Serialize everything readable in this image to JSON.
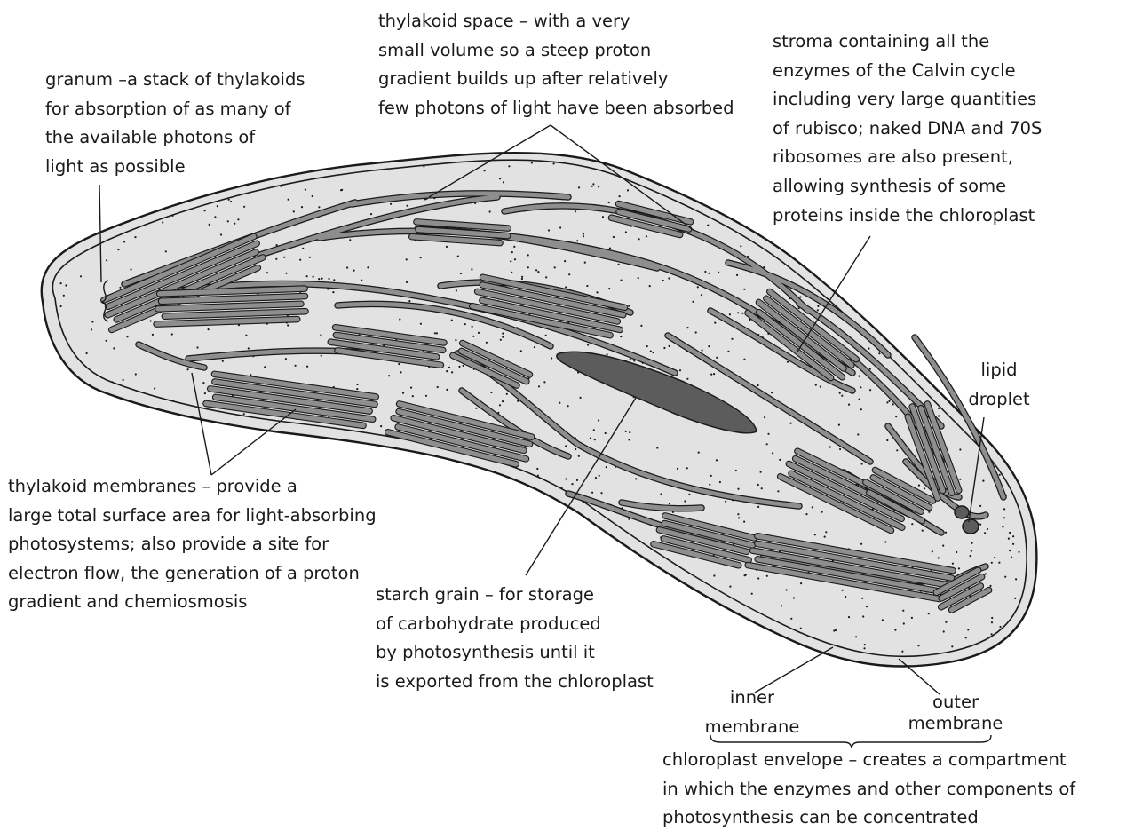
{
  "labels": {
    "thylakoid_space": [
      "thylakoid space – with a very",
      "small volume so a steep proton",
      "gradient builds up after relatively",
      "few photons of light have been absorbed"
    ],
    "stroma": [
      "stroma containing all the",
      "enzymes of the Calvin cycle",
      "including very large quantities",
      "of rubisco; naked DNA and 70S",
      "ribosomes are also present,",
      "allowing synthesis of some",
      "proteins inside the chloroplast"
    ],
    "granum": [
      "granum –a stack of thylakoids",
      "for absorption of as many of",
      "the available photons of",
      "light as possible"
    ],
    "lipid_droplet": [
      "lipid",
      "droplet"
    ],
    "thylakoid_membranes": [
      "thylakoid membranes – provide a",
      "large total surface area for light-absorbing",
      "photosystems; also provide a site for",
      "electron flow, the generation of a proton",
      "gradient and chemiosmosis"
    ],
    "starch_grain": [
      "starch grain – for storage",
      "of carbohydrate produced",
      "by photosynthesis until it",
      "is exported from the chloroplast"
    ],
    "inner_membrane": [
      "inner",
      "membrane"
    ],
    "outer_membrane": [
      "outer",
      "membrane"
    ],
    "chloroplast_envelope": [
      "chloroplast envelope – creates a compartment",
      "in which the enzymes and  other components of",
      "photosynthesis can be concentrated"
    ]
  },
  "colors": {
    "stroma_fill": "#e2e2e2",
    "thylakoid_fill": "#8e8e8e",
    "starch_fill": "#5c5c5c",
    "outline": "#1a1a1a"
  }
}
